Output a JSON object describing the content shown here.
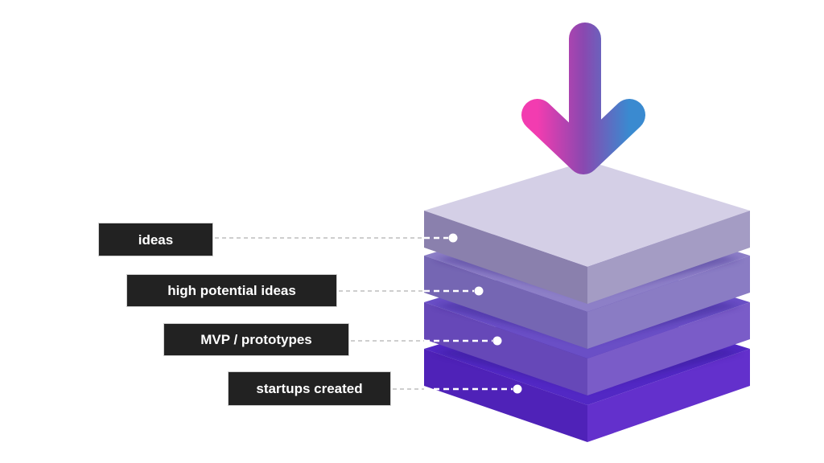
{
  "diagram": {
    "type": "layered-funnel-stack",
    "arrow": {
      "icon": "down-arrow-icon",
      "gradient": [
        "#f23cb0",
        "#8a48b0",
        "#3a8ad0"
      ]
    },
    "layers": [
      {
        "label": "ideas",
        "top_color": "#d4cfe6",
        "left_color": "#8a80ad",
        "right_color": "#a49cc4"
      },
      {
        "label": "high potential ideas",
        "top_color": "#8d7fc7",
        "left_color": "#7566b3",
        "right_color": "#8a7cc4"
      },
      {
        "label": "MVP / prototypes",
        "top_color": "#6a4fc6",
        "left_color": "#6648b8",
        "right_color": "#7a5cc8"
      },
      {
        "label": "startups created",
        "top_color": "#5228c4",
        "left_color": "#4f22b8",
        "right_color": "#6330cc"
      }
    ],
    "connector_color": "#bdbdbd",
    "marker_color": "#ffffff"
  }
}
